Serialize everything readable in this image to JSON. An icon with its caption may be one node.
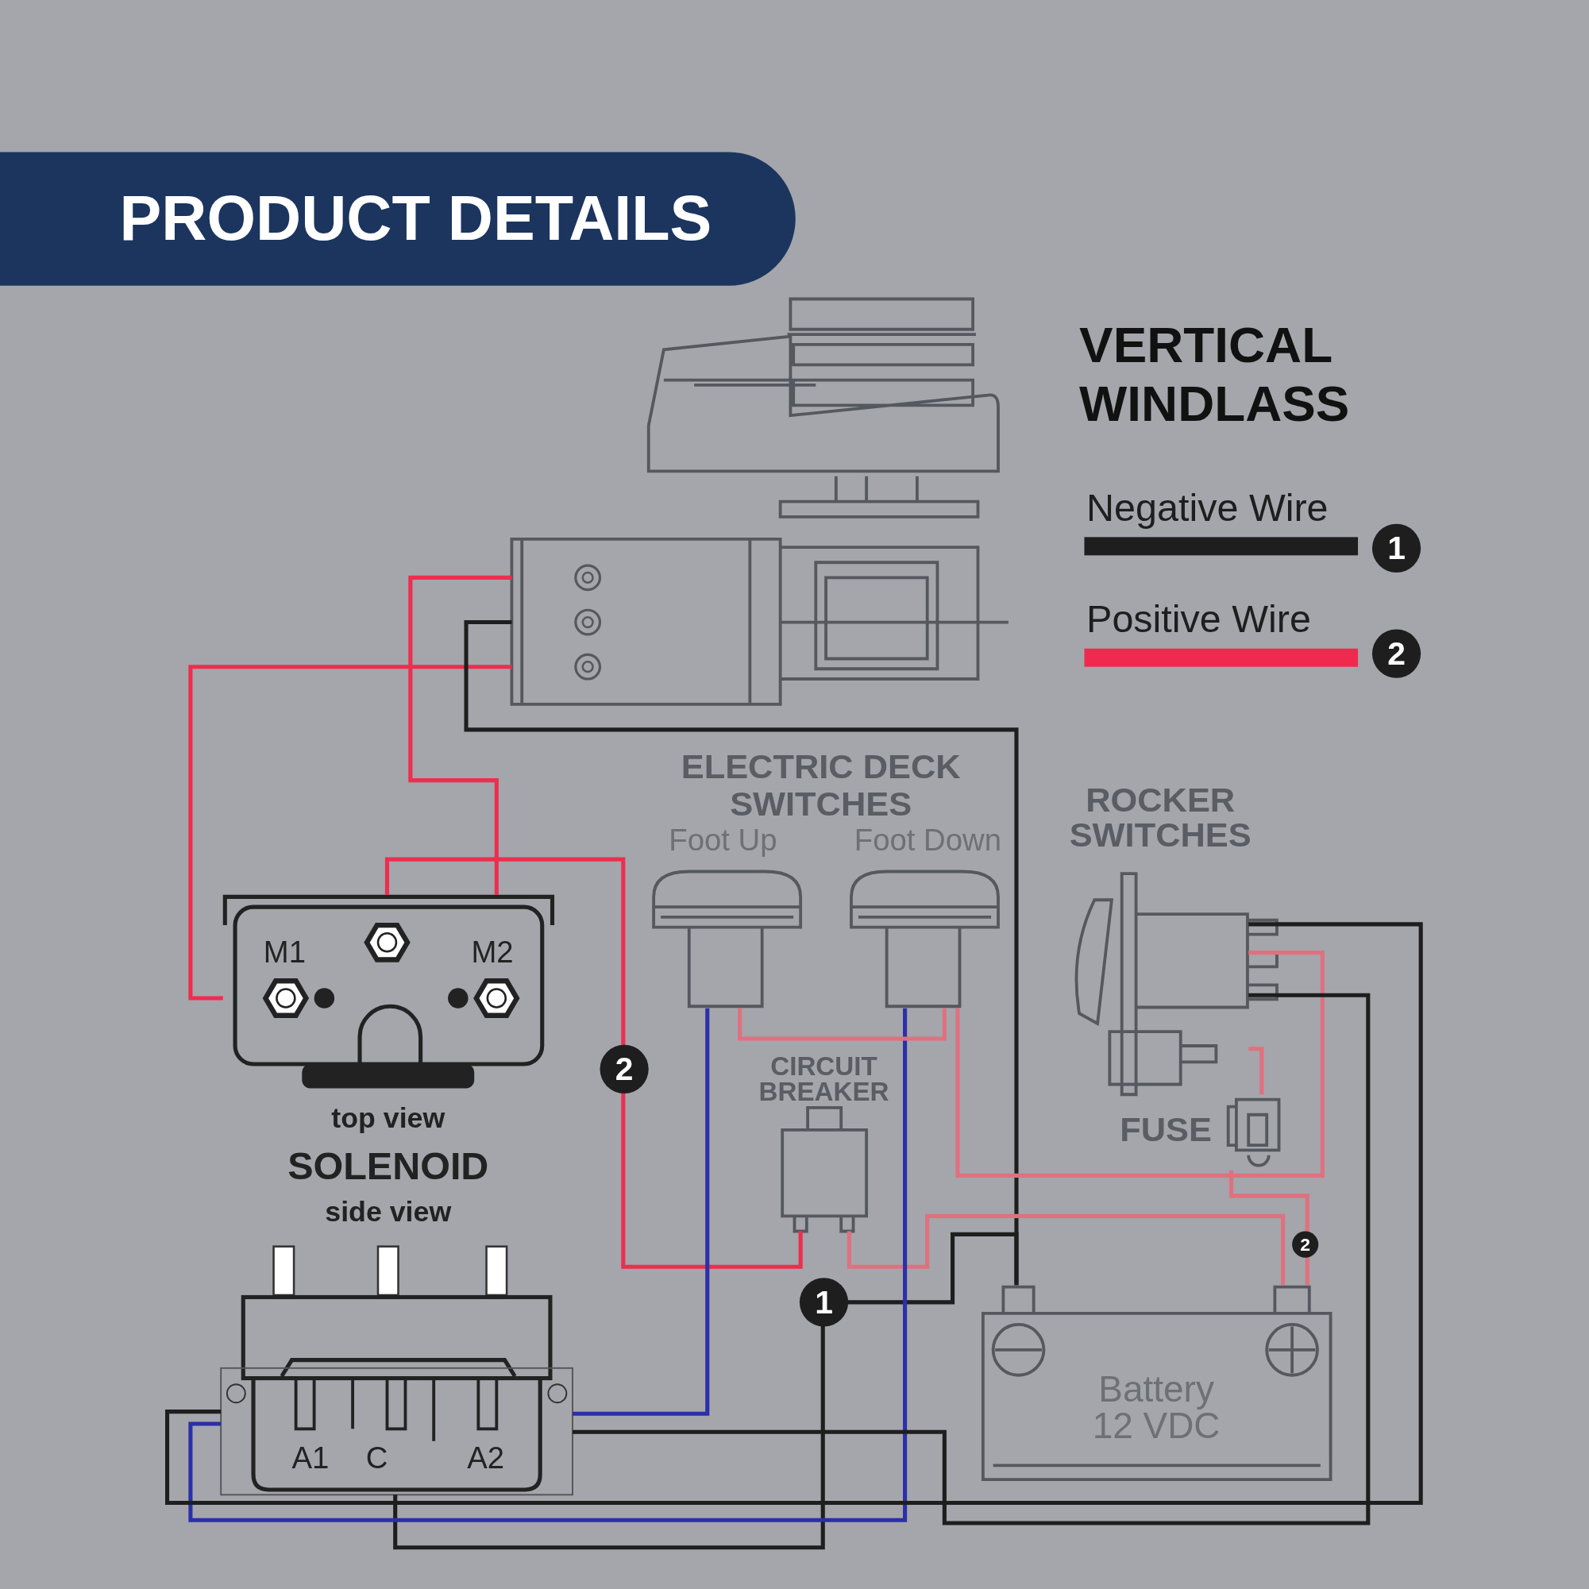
{
  "diagram": {
    "title": "PRODUCT DETAILS",
    "nodes": [
      {
        "text": [],
        "shape": "picture"
      },
      {
        "text": [
          "M1",
          "M2"
        ],
        "beside": [
          "top view"
        ]
      },
      {
        "text": [
          "A1",
          "C",
          "A2"
        ],
        "beside": [
          "side view"
        ]
      },
      {
        "text": [],
        "shape": "picture",
        "beside": [
          "Foot Up"
        ]
      },
      {
        "text": [],
        "shape": "picture",
        "beside": [
          "Foot Down"
        ]
      },
      {
        "text": [],
        "shape": "picture",
        "beside": [
          "CIRCUIT BREAKER"
        ]
      },
      {
        "text": [],
        "shape": "picture",
        "beside": [
          "ROCKER SWITCHES"
        ]
      },
      {
        "text": [],
        "shape": "picture",
        "beside": [
          "FUSE"
        ]
      },
      {
        "text": [
          "Battery 12 VDC"
        ]
      }
    ],
    "edges": [
      {
        "from": 0,
        "to": 1,
        "arrow": "none",
        "color": "#ee2d4f"
      },
      {
        "from": 0,
        "to": 1,
        "arrow": "none",
        "color": "#ee2d4f"
      },
      {
        "from": 0,
        "to": 8,
        "arrow": "none",
        "color": "#1e1e1e"
      },
      {
        "from": 1,
        "to": 5,
        "arrow": "none",
        "color": "#ee2d4f"
      },
      {
        "from": 2,
        "to": 8,
        "arrow": "none",
        "color": "#1e1e1e"
      },
      {
        "from": 5,
        "to": 8,
        "arrow": "none",
        "color": "#e0707f"
      },
      {
        "from": 3,
        "to": 2,
        "arrow": "none",
        "color": "#2b2fa8"
      },
      {
        "from": 4,
        "to": 2,
        "arrow": "none",
        "color": "#2b2fa8"
      },
      {
        "from": 3,
        "to": 4,
        "arrow": "none",
        "color": "#e0707f"
      },
      {
        "from": 4,
        "to": 6,
        "arrow": "none",
        "color": "#e0707f"
      },
      {
        "from": 6,
        "to": 7,
        "arrow": "none",
        "color": "#e0707f"
      },
      {
        "from": 7,
        "to": 8,
        "arrow": "none",
        "color": "#e0707f"
      },
      {
        "from": 6,
        "to": 2,
        "arrow": "none",
        "color": "#1e1e1e"
      },
      {
        "from": 6,
        "to": 2,
        "arrow": "none",
        "color": "#1e1e1e"
      }
    ],
    "labels": [
      "VERTICAL WINDLASS",
      "1",
      "2",
      "ELECTRIC DECK SWITCHES",
      "2",
      "SOLENOID",
      "2",
      "1"
    ],
    "legend": [
      {
        "text": "Negative Wire",
        "color": "#1e1e1e"
      },
      {
        "text": "Positive Wire",
        "color": "#f02a4f"
      }
    ]
  }
}
